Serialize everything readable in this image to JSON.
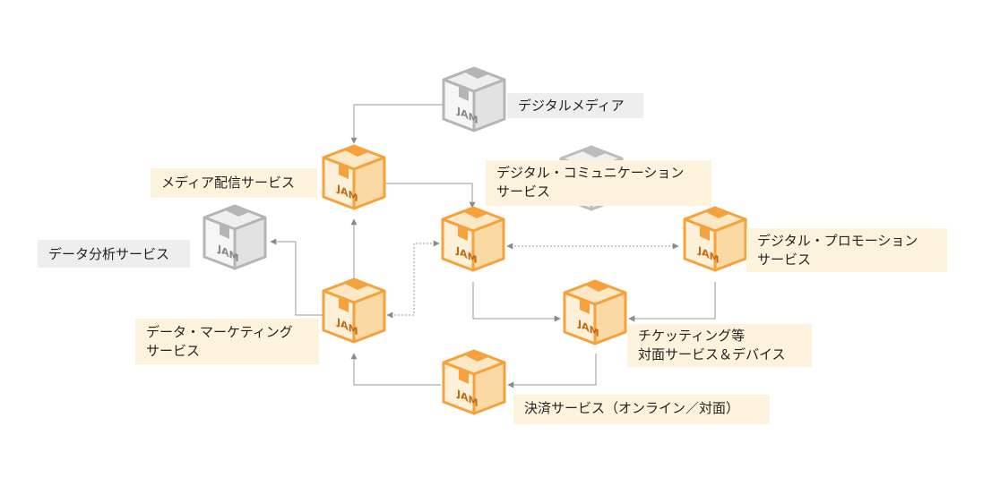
{
  "box_logo_text": "JAM",
  "colors": {
    "orange_box": "#f6a23c",
    "gray_box": "#b5b5b5",
    "orange_label_bg": "#fdf3dc",
    "gray_label_bg": "#eeeeee",
    "connector": "#9a9a9a"
  },
  "nodes": {
    "digital_media": {
      "lines": [
        "デジタルメディア"
      ],
      "style": "gray"
    },
    "media_delivery": {
      "lines": [
        "メディア配信サービス"
      ],
      "style": "orange"
    },
    "digital_communication": {
      "lines": [
        "デジタル・コミュニケーション",
        "サービス"
      ],
      "style": "orange"
    },
    "data_analysis": {
      "lines": [
        "データ分析サービス"
      ],
      "style": "gray"
    },
    "digital_promotion": {
      "lines": [
        "デジタル・プロモーション",
        "サービス"
      ],
      "style": "orange"
    },
    "data_marketing": {
      "lines": [
        "データ・マーケティング",
        "サービス"
      ],
      "style": "orange"
    },
    "ticketing": {
      "lines": [
        "チケッティング等",
        "対面サービス＆デバイス"
      ],
      "style": "orange"
    },
    "payment": {
      "lines": [
        "決済サービス（オンライン／対面）"
      ],
      "style": "orange"
    }
  }
}
